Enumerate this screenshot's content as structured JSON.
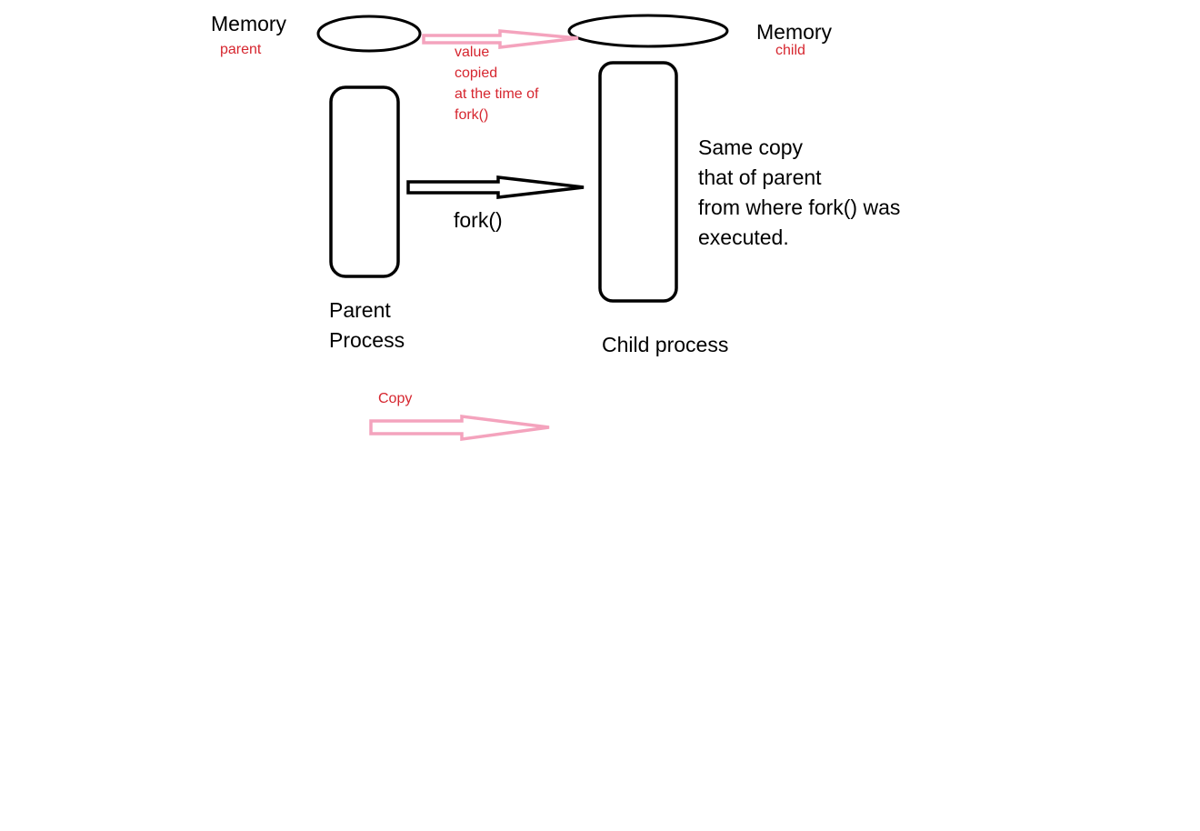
{
  "colors": {
    "ink": "#000000",
    "annotation": "#d6262f",
    "copy_arrow": "#f4a3bd",
    "background": "#ffffff"
  },
  "labels": {
    "memory_parent": "Memory",
    "memory_parent_sub": "parent",
    "memory_child": "Memory",
    "memory_child_sub": "child",
    "value_copied": [
      "value",
      "copied",
      "at the time of",
      "fork()"
    ],
    "fork": "fork()",
    "same_copy": [
      "Same copy",
      "that of parent",
      "from where fork() was",
      "executed."
    ],
    "parent_process": [
      "Parent",
      "Process"
    ],
    "child_process": "Child process",
    "legend_copy": "Copy"
  }
}
